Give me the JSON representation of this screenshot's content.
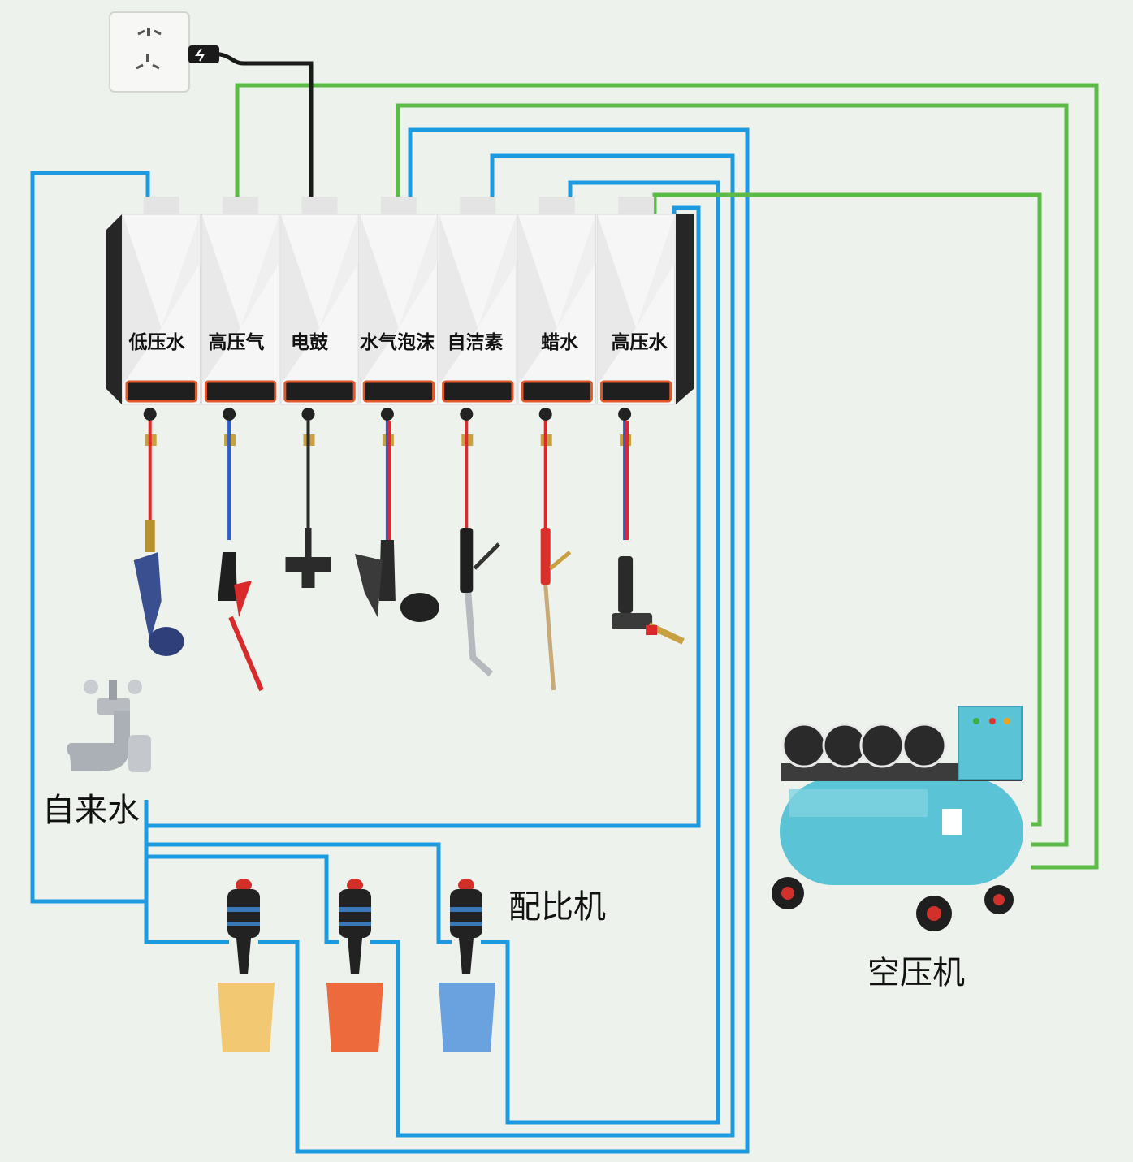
{
  "units": [
    {
      "label": "低压水",
      "hose": "red",
      "tool": "spray-gun"
    },
    {
      "label": "高压气",
      "hose": "blue",
      "tool": "air-blow-gun"
    },
    {
      "label": "电鼓",
      "hose": "black",
      "tool": "power-plug"
    },
    {
      "label": "水气泡沫",
      "hose": "blue-red",
      "tool": "foam-gun"
    },
    {
      "label": "自洁素",
      "hose": "red",
      "tool": "wand-gun"
    },
    {
      "label": "蜡水",
      "hose": "red",
      "tool": "lance-gun"
    },
    {
      "label": "高压水",
      "hose": "blue-red",
      "tool": "pressure-gun"
    }
  ],
  "labels": {
    "tap_water": "自来水",
    "proportioner": "配比机",
    "compressor": "空压机"
  },
  "colors": {
    "water_line": "#1e9be0",
    "air_line": "#5bbb46",
    "power_line": "#1a1a1a",
    "bucket_1": "#f3c872",
    "bucket_2": "#ec6a3c",
    "bucket_3": "#6aa2df",
    "tank": "#5bc3d6"
  },
  "icons": [
    "power-socket-icon",
    "faucet-icon",
    "proportioner-icon",
    "bucket-icon",
    "air-compressor-icon"
  ]
}
